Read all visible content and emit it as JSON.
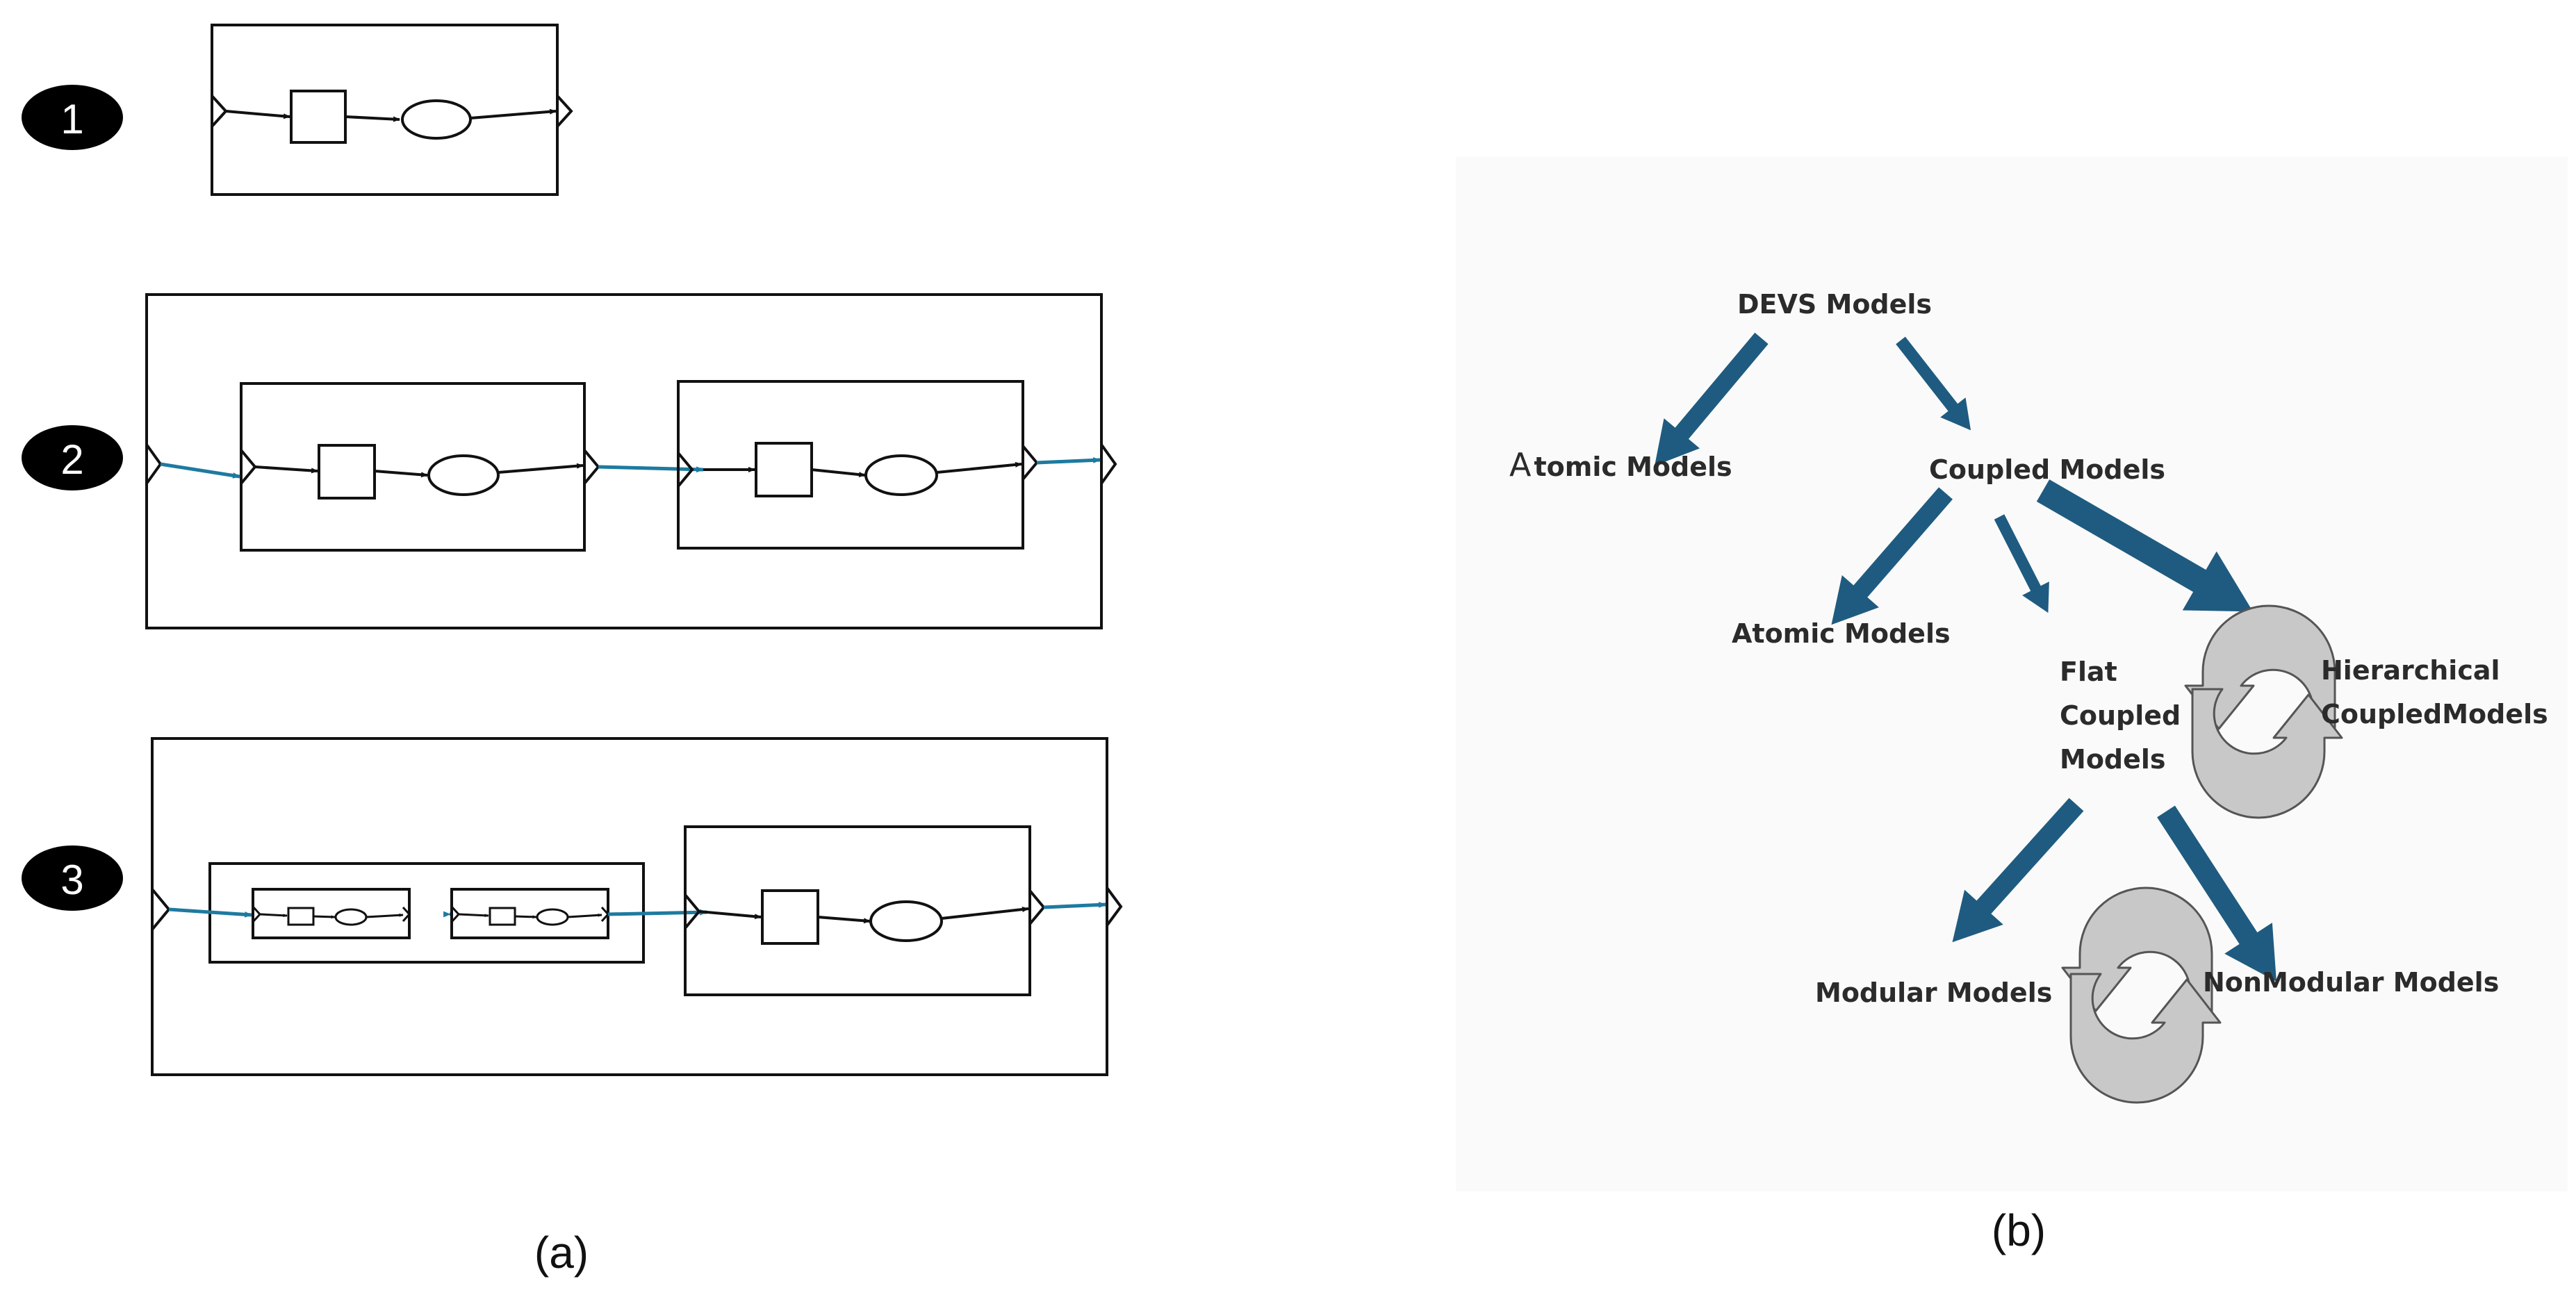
{
  "panel_a": {
    "caption": "(a)",
    "badges": [
      "1",
      "2",
      "3"
    ]
  },
  "panel_b": {
    "caption": "(b)",
    "nodes": {
      "devs_models": "DEVS Models",
      "atomic_models_top_initial": "A",
      "atomic_models_top_rest": "tomic  Models",
      "coupled_models": "Coupled  Models",
      "atomic_models_second": "Atomic  Models",
      "flat_coupled_models": [
        "Flat",
        "Coupled",
        "Models"
      ],
      "hierarchical_coupled_models": [
        "Hierarchical",
        "CoupledModels"
      ],
      "modular_models": "Modular  Models",
      "nonmodular_models": "NonModular  Models"
    }
  },
  "colors": {
    "arrow_blue": "#1f5b80",
    "line_teal": "#1e7aa0",
    "stroke": "#111111",
    "badge_fill": "#000000",
    "curved_arrow_fill": "#c8c8c8",
    "panel_b_background": "#fafafa"
  },
  "icons": {
    "transition_arrow": "thick-blue-arrow-icon",
    "cycle_arrow": "curved-gray-arrow-icon"
  }
}
